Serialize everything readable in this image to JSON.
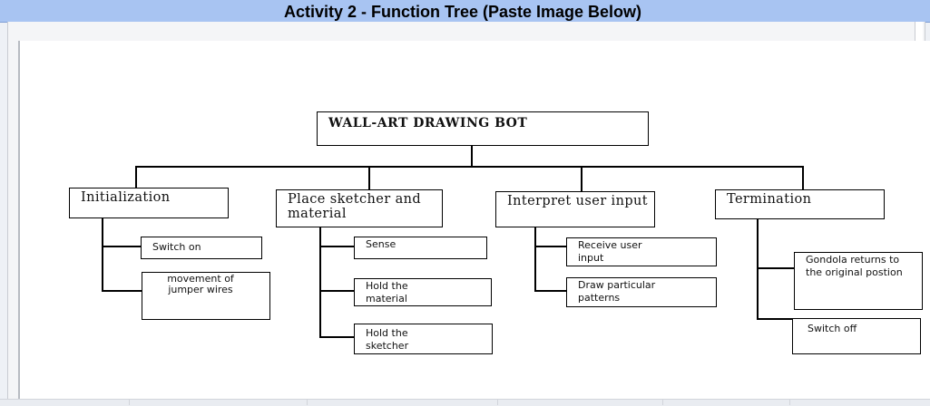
{
  "header": {
    "title": "Activity 2 - Function Tree (Paste Image Below)"
  },
  "tree": {
    "root": "WALL-ART DRAWING BOT",
    "branches": [
      {
        "label": "Initialization",
        "children": [
          "Switch on",
          "movement of jumper wires"
        ]
      },
      {
        "label": "Place sketcher and material",
        "children": [
          "Sense",
          "Hold the material",
          "Hold the sketcher"
        ]
      },
      {
        "label": "Interpret user input",
        "children": [
          "Receive user input",
          "Draw particular patterns"
        ]
      },
      {
        "label": "Termination",
        "children": [
          "Gondola returns to the original postion",
          "Switch off"
        ]
      }
    ]
  }
}
